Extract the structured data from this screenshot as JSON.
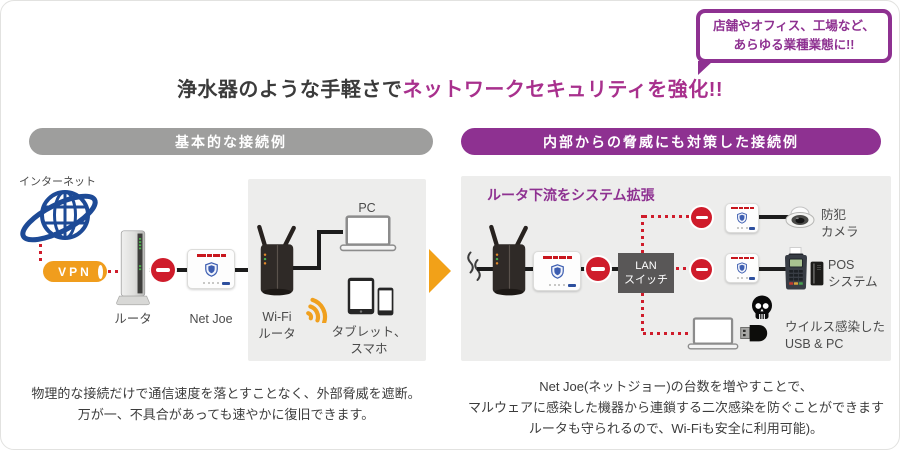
{
  "badge": {
    "line1": "店舗やオフィス、工場など、",
    "line2": "あらゆる業種業態に!!"
  },
  "title": {
    "plain": "浄水器のような手軽さで",
    "highlight": "ネットワークセキュリティを強化!!"
  },
  "left": {
    "header": "基本的な接続例",
    "internet_label": "インターネット",
    "vpn_label": "VPN",
    "router_label": "ルータ",
    "netjoe_label": "Net Joe",
    "wifi_router_label_1": "Wi-Fi",
    "wifi_router_label_2": "ルータ",
    "pc_label": "PC",
    "devices_label_1": "タブレット、",
    "devices_label_2": "スマホ",
    "caption_1": "物理的な接続だけで通信速度を落とすことなく、外部脅威を遮断。",
    "caption_2": "万が一、不具合があっても速やかに復旧できます。"
  },
  "right": {
    "header": "内部からの脅威にも対策した接続例",
    "subtitle": "ルータ下流をシステム拡張",
    "lan_switch_1": "LAN",
    "lan_switch_2": "スイッチ",
    "camera_label_1": "防犯",
    "camera_label_2": "カメラ",
    "pos_label_1": "POS",
    "pos_label_2": "システム",
    "virus_label_1": "ウイルス感染した",
    "virus_label_2": "USB & PC",
    "caption_1": "Net Joe(ネットジョー)の台数を増やすことで、",
    "caption_2": "マルウェアに感染した機器から連鎖する二次感染を防ぐことができます",
    "caption_3": "ルータも守られるので、Wi-Fiも安全に利用可能)。"
  },
  "colors": {
    "accent_purple": "#8e3191",
    "accent_magenta": "#a8308d",
    "orange": "#f2a118",
    "alert_red": "#cf1c2b",
    "globe_blue": "#1d4a96",
    "gray_pill": "#9e9e9d",
    "panel_gray": "#ededec",
    "lan_switch_gray": "#595757"
  }
}
